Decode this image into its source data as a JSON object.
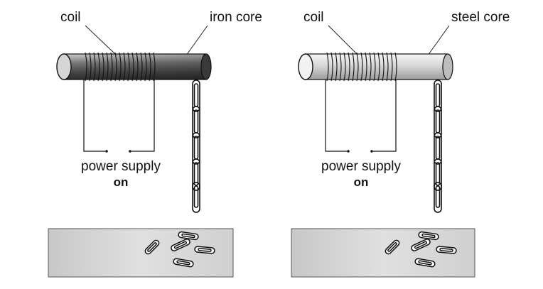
{
  "panels": [
    {
      "coil_label": "coil",
      "core_label": "iron core",
      "supply_label": "power supply",
      "state_label": "on",
      "core_color_dark": "#3a3a3a",
      "core_color_mid": "#9a9a9a",
      "core_color_light": "#e6e6e6"
    },
    {
      "coil_label": "coil",
      "core_label": "steel core",
      "supply_label": "power supply",
      "state_label": "on",
      "core_color_dark": "#8a8a8a",
      "core_color_mid": "#cfcfcf",
      "core_color_light": "#f4f4f4"
    }
  ],
  "table_color": "#dcdcdc"
}
